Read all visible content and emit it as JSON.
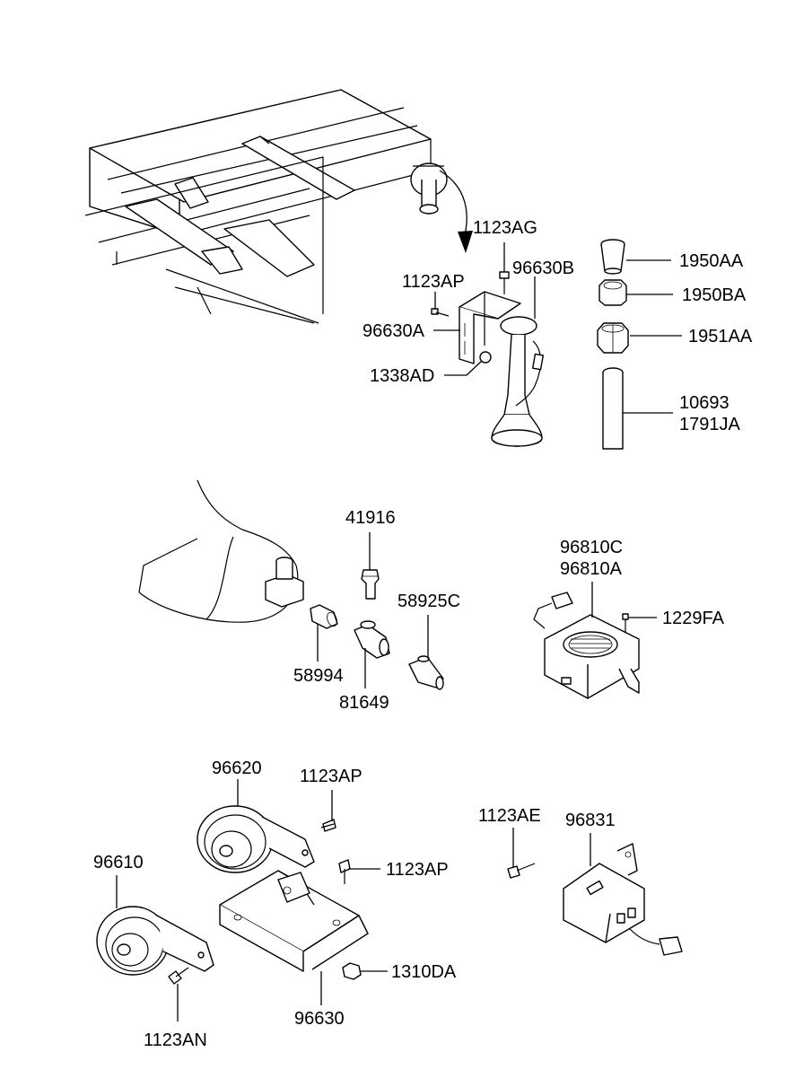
{
  "parts": {
    "p1123AG": "1123AG",
    "p1123AP_top": "1123AP",
    "p96630B": "96630B",
    "p96630A": "96630A",
    "p1338AD": "1338AD",
    "p1950AA": "1950AA",
    "p1950BA": "1950BA",
    "p1951AA": "1951AA",
    "p10693": "10693",
    "p1791JA": "1791JA",
    "p41916": "41916",
    "p58925C": "58925C",
    "p58994": "58994",
    "p81649": "81649",
    "p96810C": "96810C",
    "p96810A": "96810A",
    "p1229FA": "1229FA",
    "p96620": "96620",
    "p1123AP_mid": "1123AP",
    "p1123AP_low": "1123AP",
    "p96610": "96610",
    "p1123AE": "1123AE",
    "p96831": "96831",
    "p1310DA": "1310DA",
    "p96630": "96630",
    "p1123AN": "1123AN"
  }
}
